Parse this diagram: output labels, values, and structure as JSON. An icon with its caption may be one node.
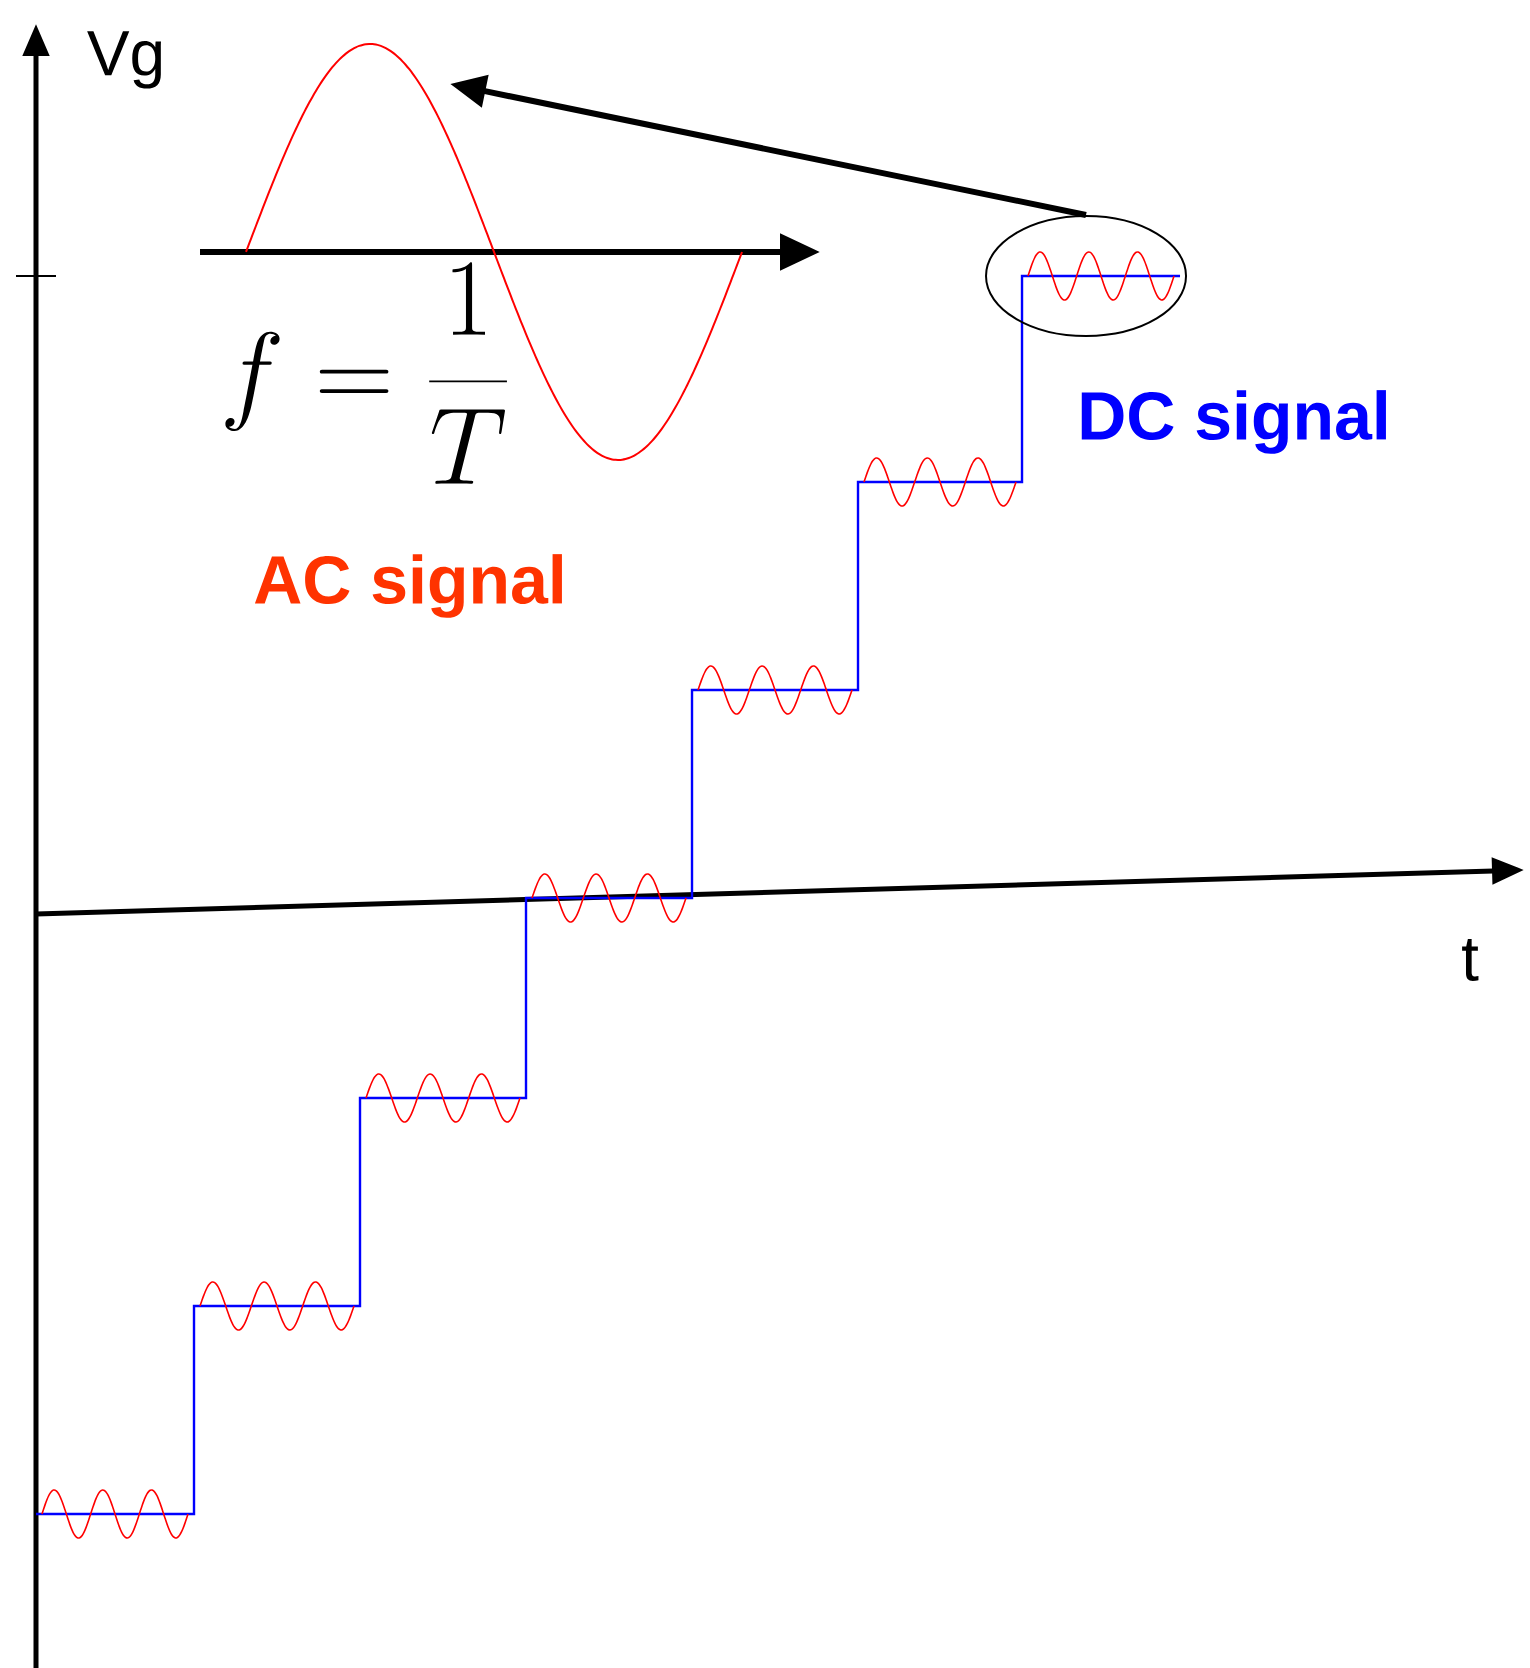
{
  "diagram": {
    "nodes": [
      {
        "text": [],
        "shape": "picture"
      },
      {
        "text": [],
        "shape": "ellipse"
      }
    ],
    "edges": [
      {
        "from": 1,
        "to": 0,
        "arrow": "to"
      }
    ],
    "labels": [
      "Vg",
      "f=\\frac{1}{T}",
      "AC signal",
      "DC signal",
      "t"
    ]
  }
}
